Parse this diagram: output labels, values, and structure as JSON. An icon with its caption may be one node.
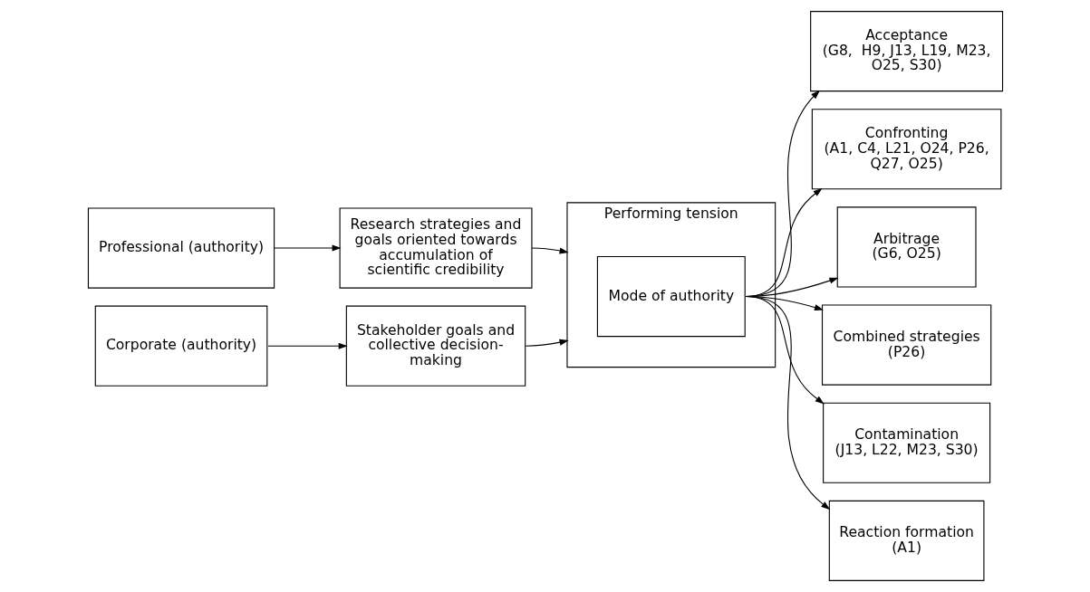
{
  "diagram": {
    "nodes": [
      {
        "text": [
          "Professional (authority)"
        ]
      },
      {
        "text": [
          "Corporate (authority)"
        ]
      },
      {
        "text": [
          "Research strategies and goals oriented towards accumulation of scientific credibility"
        ]
      },
      {
        "text": [
          "Stakeholder goals and collective decision-making"
        ]
      },
      {
        "text": [
          "Performing tension"
        ]
      },
      {
        "text": [
          "Mode of authority"
        ],
        "in": 4
      },
      {
        "text": [
          "Acceptance",
          "(G8,  H9, J13, L19, M23, O25, S30)"
        ]
      },
      {
        "text": [
          "Confronting",
          "(A1, C4, L21, O24, P26, Q27, O25)"
        ]
      },
      {
        "text": [
          "Arbitrage",
          "(G6, O25)"
        ]
      },
      {
        "text": [
          "Combined strategies",
          "(P26)"
        ]
      },
      {
        "text": [
          "Contamination",
          "(J13, L22, M23, S30)"
        ]
      },
      {
        "text": [
          "Reaction formation",
          "(A1)"
        ]
      }
    ],
    "edges": [
      {
        "from": 0,
        "to": 2,
        "arrow": "to"
      },
      {
        "from": 1,
        "to": 3,
        "arrow": "to"
      },
      {
        "from": 2,
        "to": 4,
        "arrow": "to"
      },
      {
        "from": 3,
        "to": 4,
        "arrow": "to"
      },
      {
        "from": 5,
        "to": 6,
        "arrow": "to"
      },
      {
        "from": 5,
        "to": 7,
        "arrow": "to"
      },
      {
        "from": 5,
        "to": 8,
        "arrow": "to"
      },
      {
        "from": 5,
        "to": 9,
        "arrow": "to"
      },
      {
        "from": 5,
        "to": 10,
        "arrow": "to"
      },
      {
        "from": 5,
        "to": 11,
        "arrow": "to"
      }
    ]
  }
}
